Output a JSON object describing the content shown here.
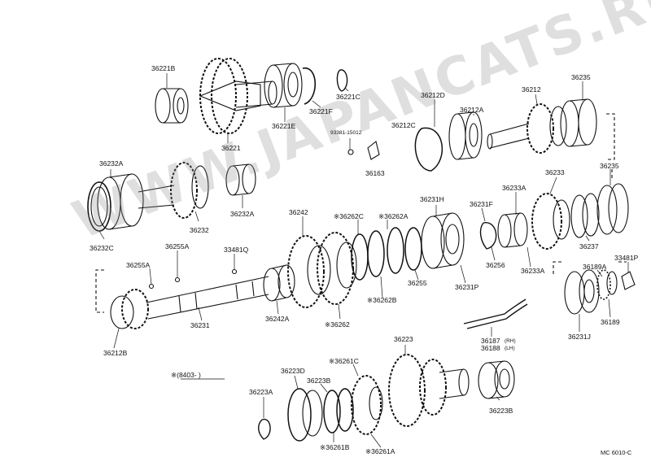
{
  "watermark": "WWW.JAPANCATS.RU",
  "footer_code": "MC 6010-C",
  "note": "※(8403-   )",
  "labels": {
    "p36221B": "36221B",
    "p36221": "36221",
    "p36221E": "36221E",
    "p36221F": "36221F",
    "p36221C": "36221C",
    "p36212D": "36212D",
    "p36212A": "36212A",
    "p36212C": "36212C",
    "p36212": "36212",
    "p36235top": "36235",
    "p93381": "93381-15012",
    "p36163": "36163",
    "p36232A": "36232A",
    "p36232": "36232",
    "p36232Aright": "36232A",
    "p36232C": "36232C",
    "p36242": "36242",
    "p36262C": "※36262C",
    "p36262A": "※36262A",
    "p36231H": "36231H",
    "p36231F": "36231F",
    "p36233Atop": "36233A",
    "p36233": "36233",
    "p36235right": "36235",
    "p36255A1": "36255A",
    "p36255A2": "36255A",
    "p33481Q": "33481Q",
    "p36237": "36237",
    "p36256": "36256",
    "p36233Abottom": "36233A",
    "p33481P": "33481P",
    "p36189A": "36189A",
    "p36255": "36255",
    "p36231P": "36231P",
    "p36262B": "※36262B",
    "p36242A": "36242A",
    "p36262": "※36262",
    "p36231": "36231",
    "p36212B": "36212B",
    "p36189": "36189",
    "p36231J": "36231J",
    "p36187": "36187",
    "p36187rh": "(RH)",
    "p36188": "36188",
    "p36188lh": "(LH)",
    "p36223": "36223",
    "p36223D": "36223D",
    "p36261C": "※36261C",
    "p36223B": "36223B",
    "p36223A": "36223A",
    "p36261B": "※36261B",
    "p36261A": "※36261A",
    "p36223Bright": "36223B"
  }
}
